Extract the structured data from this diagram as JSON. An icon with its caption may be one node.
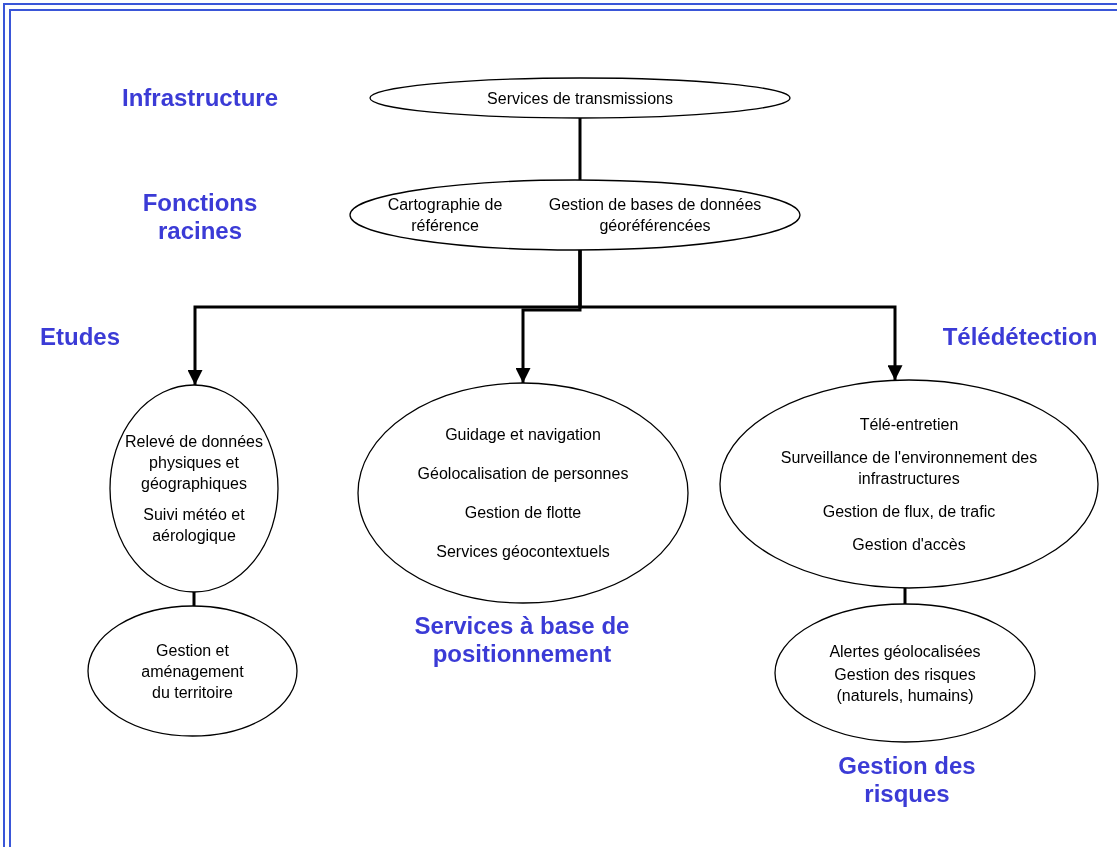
{
  "diagram": {
    "nodes": [
      {
        "text": [
          "Services de transmissions"
        ]
      },
      {
        "text": [
          "Cartographie de référence",
          "Gestion de bases de données géoréférencées"
        ]
      },
      {
        "text": [
          "Relevé de données physiques et géographiques",
          "Suivi météo et aérologique"
        ]
      },
      {
        "text": [
          "Gestion et aménagement du territoire"
        ]
      },
      {
        "text": [
          "Guidage et navigation",
          "Géolocalisation de personnes",
          "Gestion de flotte",
          "Services géocontextuels"
        ]
      },
      {
        "text": [
          "Télé-entretien",
          "Surveillance de l'environnement des infrastructures",
          "Gestion de flux, de trafic",
          "Gestion d'accès"
        ]
      },
      {
        "text": [
          "Alertes géolocalisées",
          "Gestion des risques (naturels, humains)"
        ]
      }
    ],
    "edges": [
      {
        "from": 0,
        "to": 1,
        "arrow": "none"
      },
      {
        "from": 1,
        "to": 2,
        "arrow": "to"
      },
      {
        "from": 1,
        "to": 4,
        "arrow": "to"
      },
      {
        "from": 1,
        "to": 5,
        "arrow": "to"
      },
      {
        "from": 2,
        "to": 3,
        "arrow": "none"
      },
      {
        "from": 5,
        "to": 6,
        "arrow": "none"
      }
    ],
    "labels": [
      "Infrastructure",
      "Fonctions racines",
      "Etudes",
      "Télédétection",
      "Services à base de positionnement",
      "Gestion des risques"
    ]
  }
}
